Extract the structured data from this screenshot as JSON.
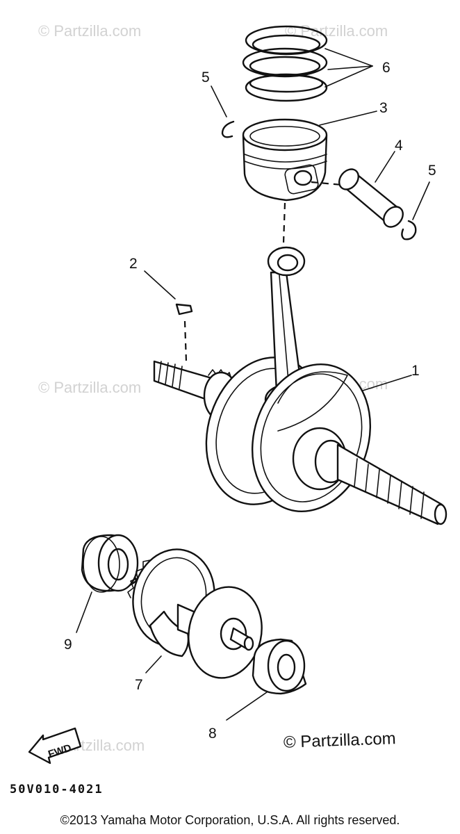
{
  "watermark": {
    "text": "© Partzilla.com"
  },
  "callouts": {
    "c1": "1",
    "c2": "2",
    "c3": "3",
    "c4": "4",
    "c5a": "5",
    "c5b": "5",
    "c6": "6",
    "c7": "7",
    "c8": "8",
    "c9": "9"
  },
  "fwd_label": "FWD",
  "diagram_code": "50V010-4021",
  "copyright_watermark": "© Partzilla.com",
  "copyright_notice": "©2013 Yamaha Motor Corporation, U.S.A. All rights reserved."
}
